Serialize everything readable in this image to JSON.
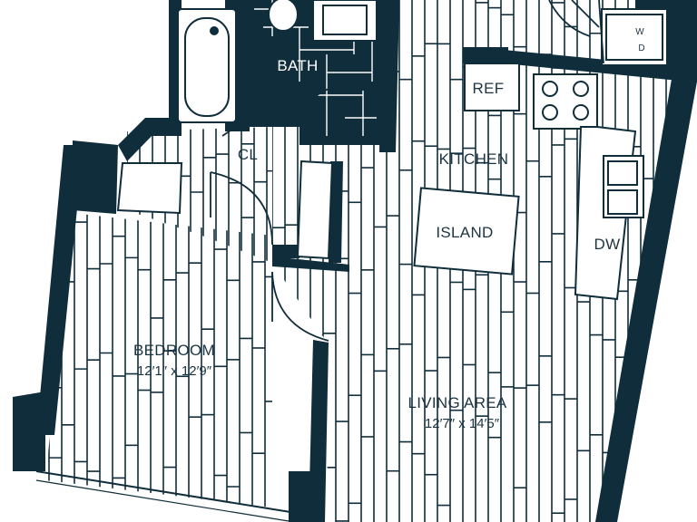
{
  "colors": {
    "wall": "#0f2d3b",
    "text": "#1c3442",
    "floor_line": "#0f2d3b",
    "background": "#ffffff"
  },
  "rooms": {
    "bath": {
      "name": "BATH"
    },
    "closet": {
      "name": "CL"
    },
    "kitchen": {
      "name": "KITCHEN"
    },
    "island": {
      "name": "ISLAND"
    },
    "refrigerator": {
      "name": "REF"
    },
    "dishwasher": {
      "name": "DW"
    },
    "washer_dryer": {
      "w": "W",
      "d": "D"
    },
    "bedroom": {
      "name": "BEDROOM",
      "dimensions": "12′1″ x 12′9″"
    },
    "living_area": {
      "name": "LIVING AREA",
      "dimensions": "12′7″ x 14′5″"
    }
  },
  "icons": [
    "bathtub-icon",
    "toilet-icon",
    "sink-icon",
    "stove-icon",
    "kitchen-sink-icon",
    "door-swing-icon"
  ]
}
